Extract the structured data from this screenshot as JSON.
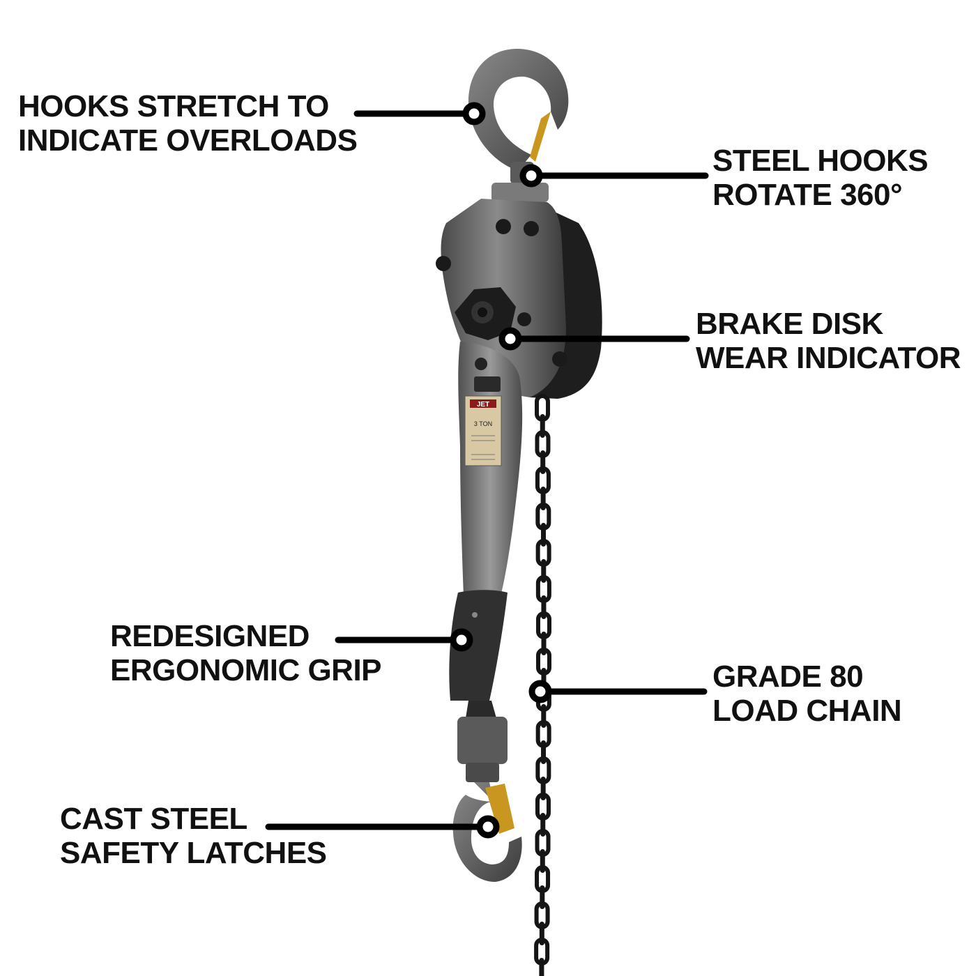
{
  "product": {
    "name": "lever-hoist",
    "brand": "JET",
    "capacity_label": "3 TON"
  },
  "colors": {
    "background": "#ffffff",
    "text": "#111111",
    "leader": "#000000",
    "body": "#6e6e6e",
    "chain": "#151515",
    "latch": "#c9961f"
  },
  "callouts": {
    "hooks_stretch": {
      "line1": "HOOKS STRETCH TO",
      "line2": "INDICATE OVERLOADS"
    },
    "steel_hooks": {
      "line1": "STEEL HOOKS",
      "line2": "ROTATE 360°"
    },
    "brake_disk": {
      "line1": "BRAKE DISK",
      "line2": "WEAR INDICATOR"
    },
    "grip": {
      "line1": "REDESIGNED",
      "line2": "ERGONOMIC GRIP"
    },
    "chain": {
      "line1": "GRADE 80",
      "line2": "LOAD CHAIN"
    },
    "latches": {
      "line1": "CAST STEEL",
      "line2": "SAFETY LATCHES"
    }
  }
}
